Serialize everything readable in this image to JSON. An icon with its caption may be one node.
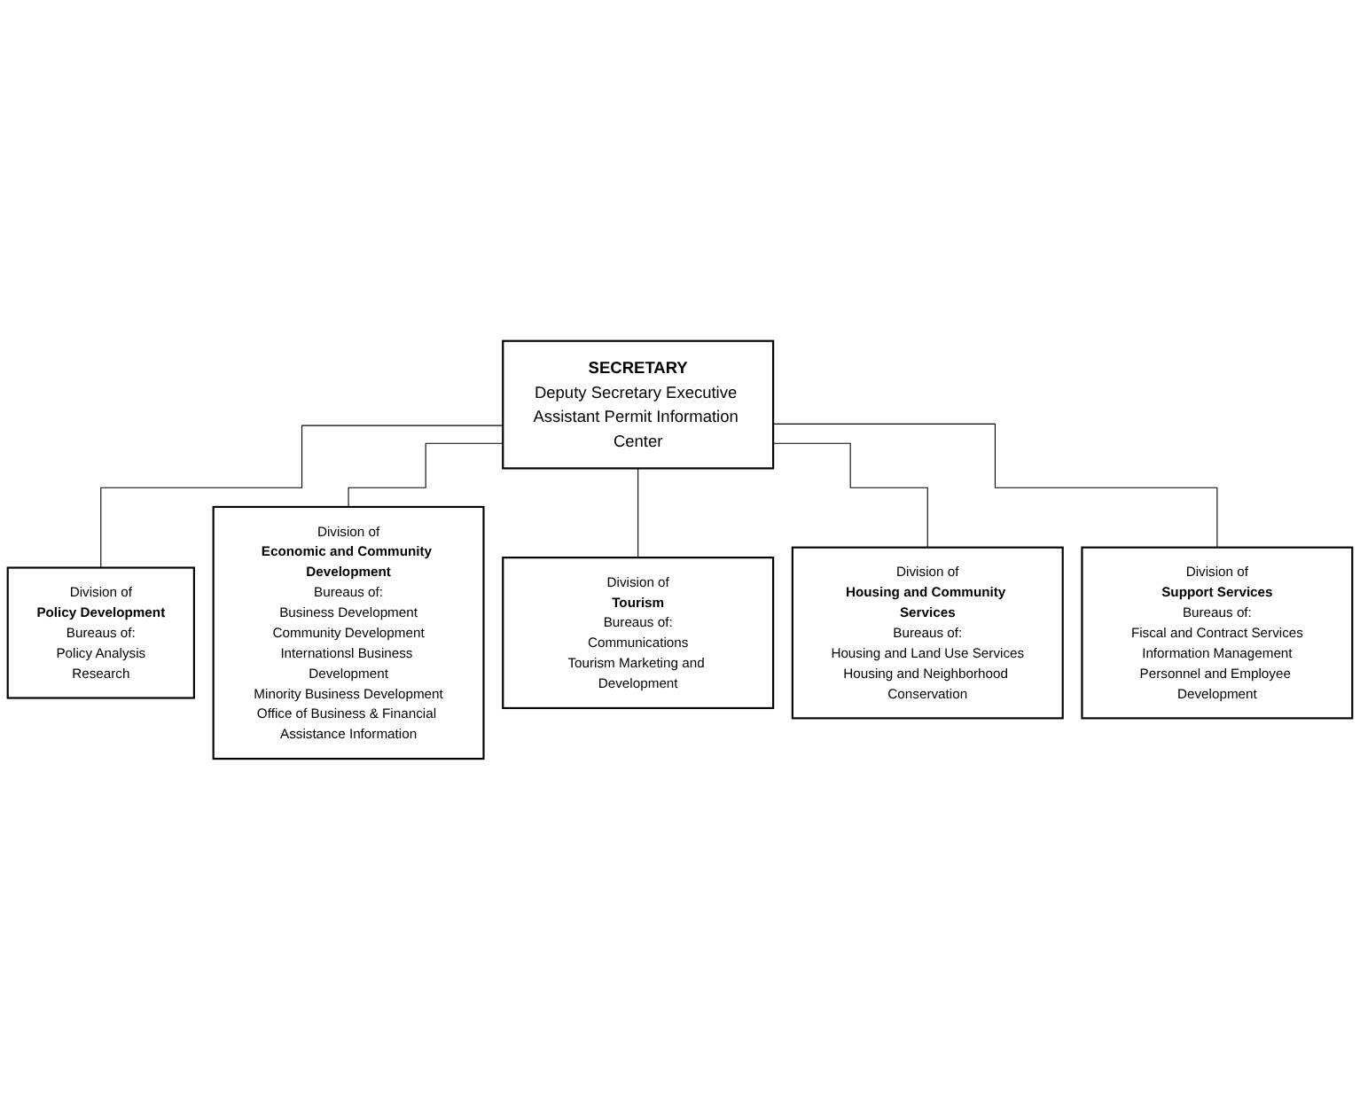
{
  "diagram": {
    "nodes": [
      {
        "text": [
          "SECRETARY",
          "Deputy Secretary Executive Assistant Permit Information Center"
        ]
      },
      {
        "text": [
          "Division of",
          "Policy Development",
          "Bureaus of:",
          "Policy Analysis",
          "Research"
        ]
      },
      {
        "text": [
          "Division of",
          "Tourism",
          "Bureaus of:",
          "Communications",
          "Tourism Marketing and Development"
        ]
      },
      {
        "text": [
          "Division of",
          "Support Services",
          "Bureaus of:",
          "Fiscal and Contract Services",
          "Information Management",
          "Personnel and Employee Development"
        ]
      },
      {
        "text": [
          "Division of",
          "Economic and Community Development",
          "Bureaus of:",
          "Business Development",
          "Community Development",
          "Internationsl Business Development",
          "Minority Business Development",
          "Office of Business & Financial Assistance Information"
        ]
      },
      {
        "text": [
          "Division of",
          "Housing and Community Services",
          "Bureaus of:",
          "Housing and Land Use Services",
          "Housing and Neighborhood Conservation"
        ]
      }
    ],
    "edges": [
      {
        "from": 0,
        "to": 1,
        "arrow": "none"
      },
      {
        "from": 0,
        "to": 4,
        "arrow": "none"
      },
      {
        "from": 0,
        "to": 2,
        "arrow": "none"
      },
      {
        "from": 0,
        "to": 5,
        "arrow": "none"
      },
      {
        "from": 0,
        "to": 3,
        "arrow": "none"
      }
    ]
  }
}
